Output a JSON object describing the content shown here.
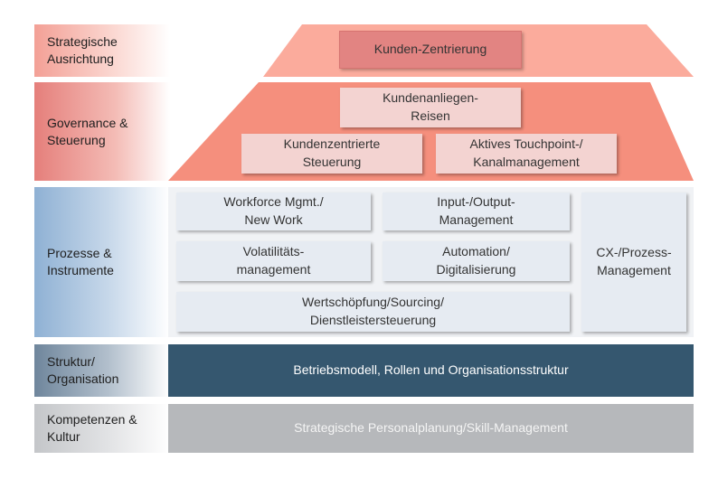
{
  "rows": {
    "strategie": "Strategische\nAusrichtung",
    "governance": "Governance &\nSteuerung",
    "prozesse": "Prozesse &\nInstrumente",
    "struktur": "Struktur/\nOrganisation",
    "kompetenzen": "Kompetenzen &\nKultur"
  },
  "strategie": {
    "kunden_zentrierung": "Kunden-Zentrierung"
  },
  "governance": {
    "kundenanliegen": "Kundenanliegen-\nReisen",
    "kundenzentrierte_steuerung": "Kundenzentrierte\nSteuerung",
    "touchpoint": "Aktives Touchpoint-/\nKanalmanagement"
  },
  "prozesse": {
    "workforce": "Workforce Mgmt./\nNew Work",
    "input_output": "Input-/Output-\nManagement",
    "volatilitaet": "Volatilitäts-\nmanagement",
    "automation": "Automation/\nDigitalisierung",
    "wertschoepfung": "Wertschöpfung/Sourcing/\nDienstleistersteuerung",
    "cx_prozess": "CX-/Prozess-\nManagement"
  },
  "struktur": {
    "betriebsmodell": "Betriebsmodell, Rollen und Organisationsstruktur"
  },
  "kompetenzen": {
    "personalplanung": "Strategische Personalplanung/Skill-Management"
  },
  "colors": {
    "strategy_bg": "#fbab9c",
    "governance_bg": "#f58f7d",
    "process_bg": "#f0f2f5",
    "structure_bar": "#35576f",
    "competence_bar": "#b6b8bb"
  }
}
